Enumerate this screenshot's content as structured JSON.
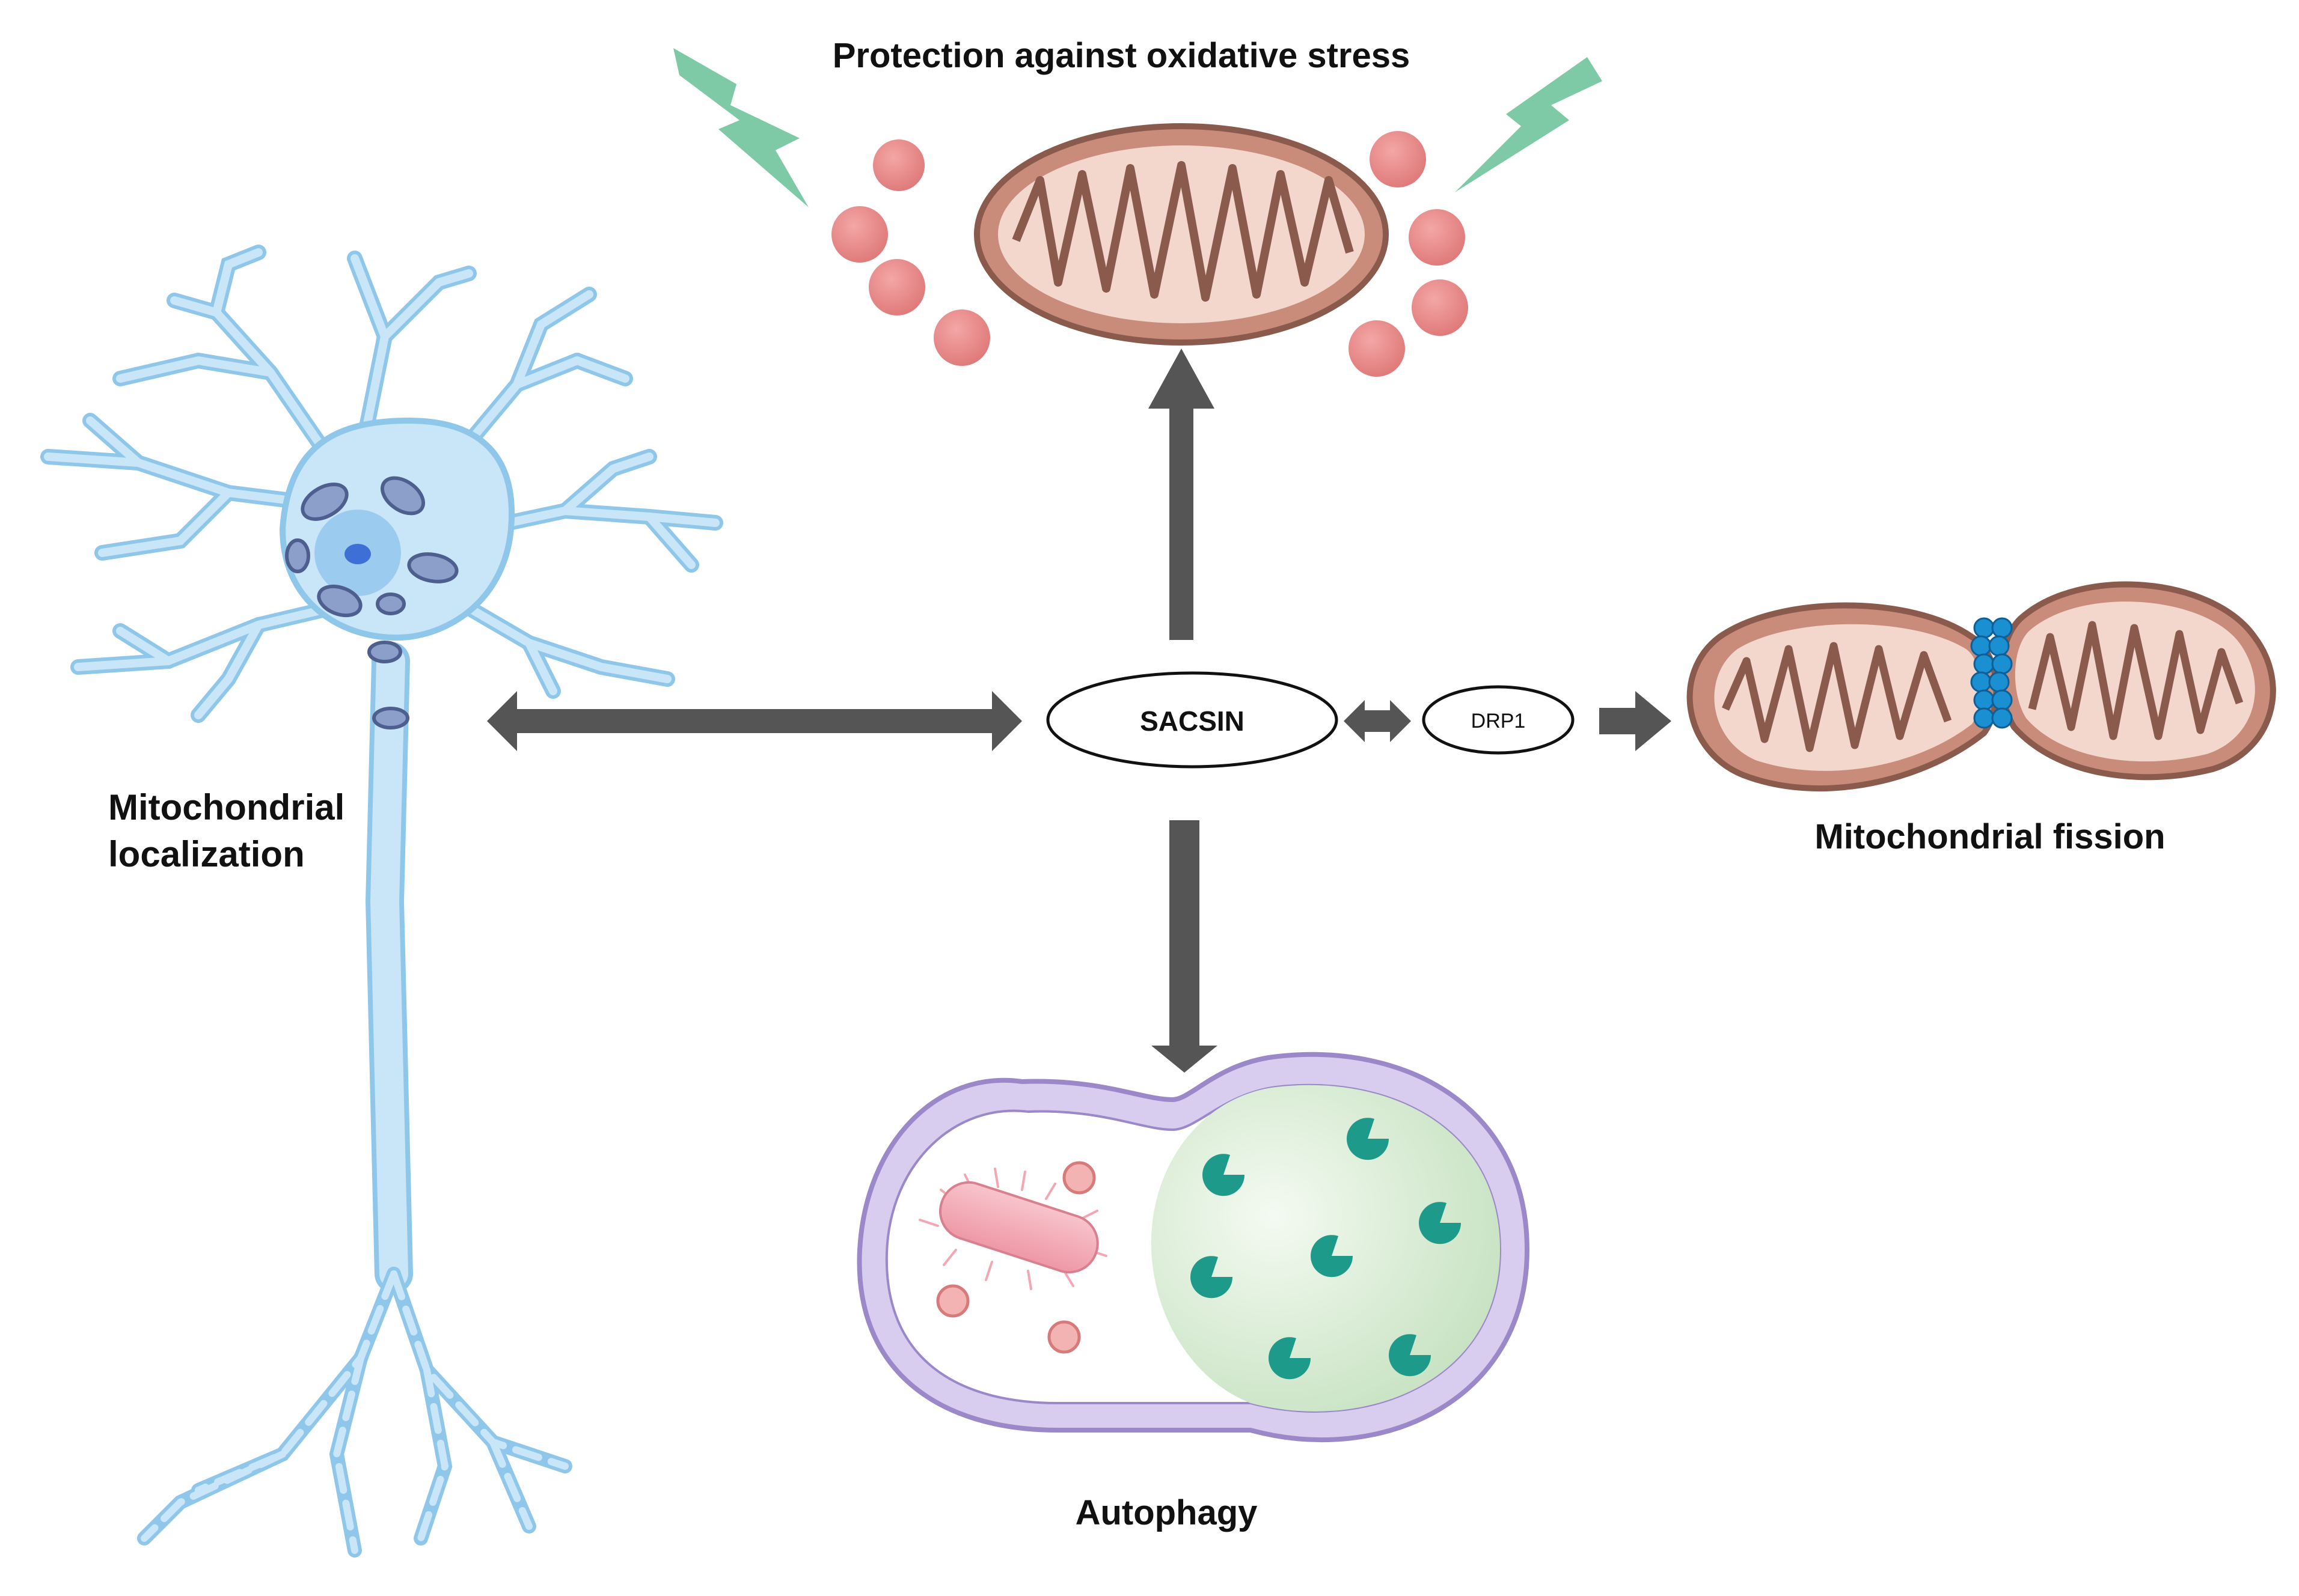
{
  "labels": {
    "oxidative": "Protection against oxidative stress",
    "localization": "Mitochondrial localization",
    "fission": "Mitochondrial fission",
    "autophagy": "Autophagy"
  },
  "nodes": {
    "sacsin": "SACSIN",
    "drp1": "DRP1"
  },
  "colors": {
    "arrow": "#555555",
    "neuron_fill": "#c9e6f8",
    "neuron_stroke": "#7fc0e8",
    "mito_fill": "#f3d6cc",
    "mito_stroke": "#8a5a4c",
    "ros": "#e07b7b",
    "lightning": "#7ec9a6",
    "drp1_beads": "#1a8fd1",
    "autophagy_membrane": "#b8a6dc",
    "lysosome": "#d8ecd2",
    "enzyme": "#1e9a8a",
    "bacterium": "#f2a7b3"
  },
  "icons": [
    "neuron-icon",
    "mitochondrion-icon",
    "ros-particle-icon",
    "lightning-icon",
    "dividing-mitochondrion-icon",
    "autolysosome-icon",
    "bacterium-icon",
    "enzyme-icon"
  ]
}
